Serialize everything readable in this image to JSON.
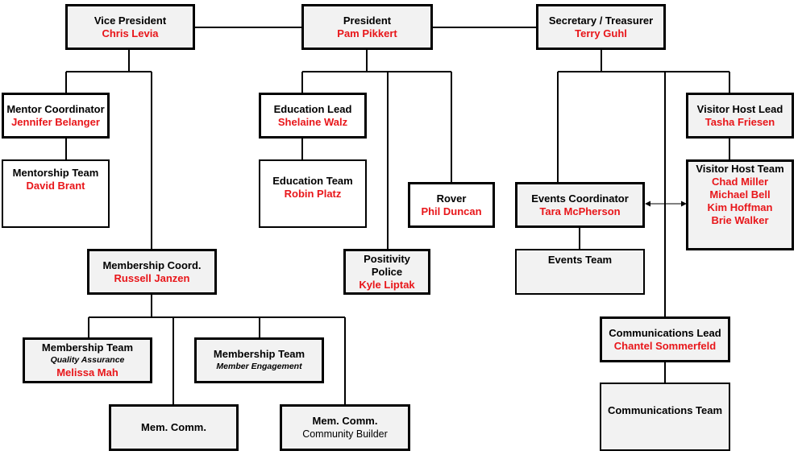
{
  "org": {
    "president": {
      "title": "President",
      "name": "Pam Pikkert"
    },
    "vice_president": {
      "title": "Vice President",
      "name": "Chris Levia"
    },
    "secretary_treasurer": {
      "title": "Secretary / Treasurer",
      "name": "Terry Guhl"
    },
    "mentor_coordinator": {
      "title": "Mentor Coordinator",
      "name": "Jennifer Belanger"
    },
    "mentorship_team": {
      "title": "Mentorship Team",
      "name": "David Brant"
    },
    "membership_coord": {
      "title": "Membership Coord.",
      "name": "Russell Janzen"
    },
    "membership_team_qa": {
      "title": "Membership Team",
      "subtitle": "Quality Assurance",
      "name": "Melissa Mah"
    },
    "membership_team_me": {
      "title": "Membership Team",
      "subtitle": "Member Engagement"
    },
    "mem_comm": {
      "title": "Mem. Comm."
    },
    "mem_comm_cb": {
      "title": "Mem. Comm.",
      "subtitle": "Community Builder"
    },
    "education_lead": {
      "title": "Education Lead",
      "name": "Shelaine Walz"
    },
    "education_team": {
      "title": "Education Team",
      "name": "Robin Platz"
    },
    "positivity_police": {
      "title_line1": "Positivity",
      "title_line2": "Police",
      "name": "Kyle Liptak"
    },
    "rover": {
      "title": "Rover",
      "name": "Phil Duncan"
    },
    "events_coordinator": {
      "title": "Events Coordinator",
      "name": "Tara McPherson"
    },
    "events_team": {
      "title": "Events Team"
    },
    "visitor_host_lead": {
      "title": "Visitor Host Lead",
      "name": "Tasha Friesen"
    },
    "visitor_host_team": {
      "title": "Visitor Host Team",
      "members": [
        "Chad Miller",
        "Michael Bell",
        "Kim Hoffman",
        "Brie Walker"
      ]
    },
    "communications_lead": {
      "title": "Communications Lead",
      "name": "Chantel Sommerfeld"
    },
    "communications_team": {
      "title": "Communications Team"
    }
  },
  "colors": {
    "name_text": "#e8161a",
    "box_fill": "#f2f2f2",
    "line": "#000000"
  }
}
